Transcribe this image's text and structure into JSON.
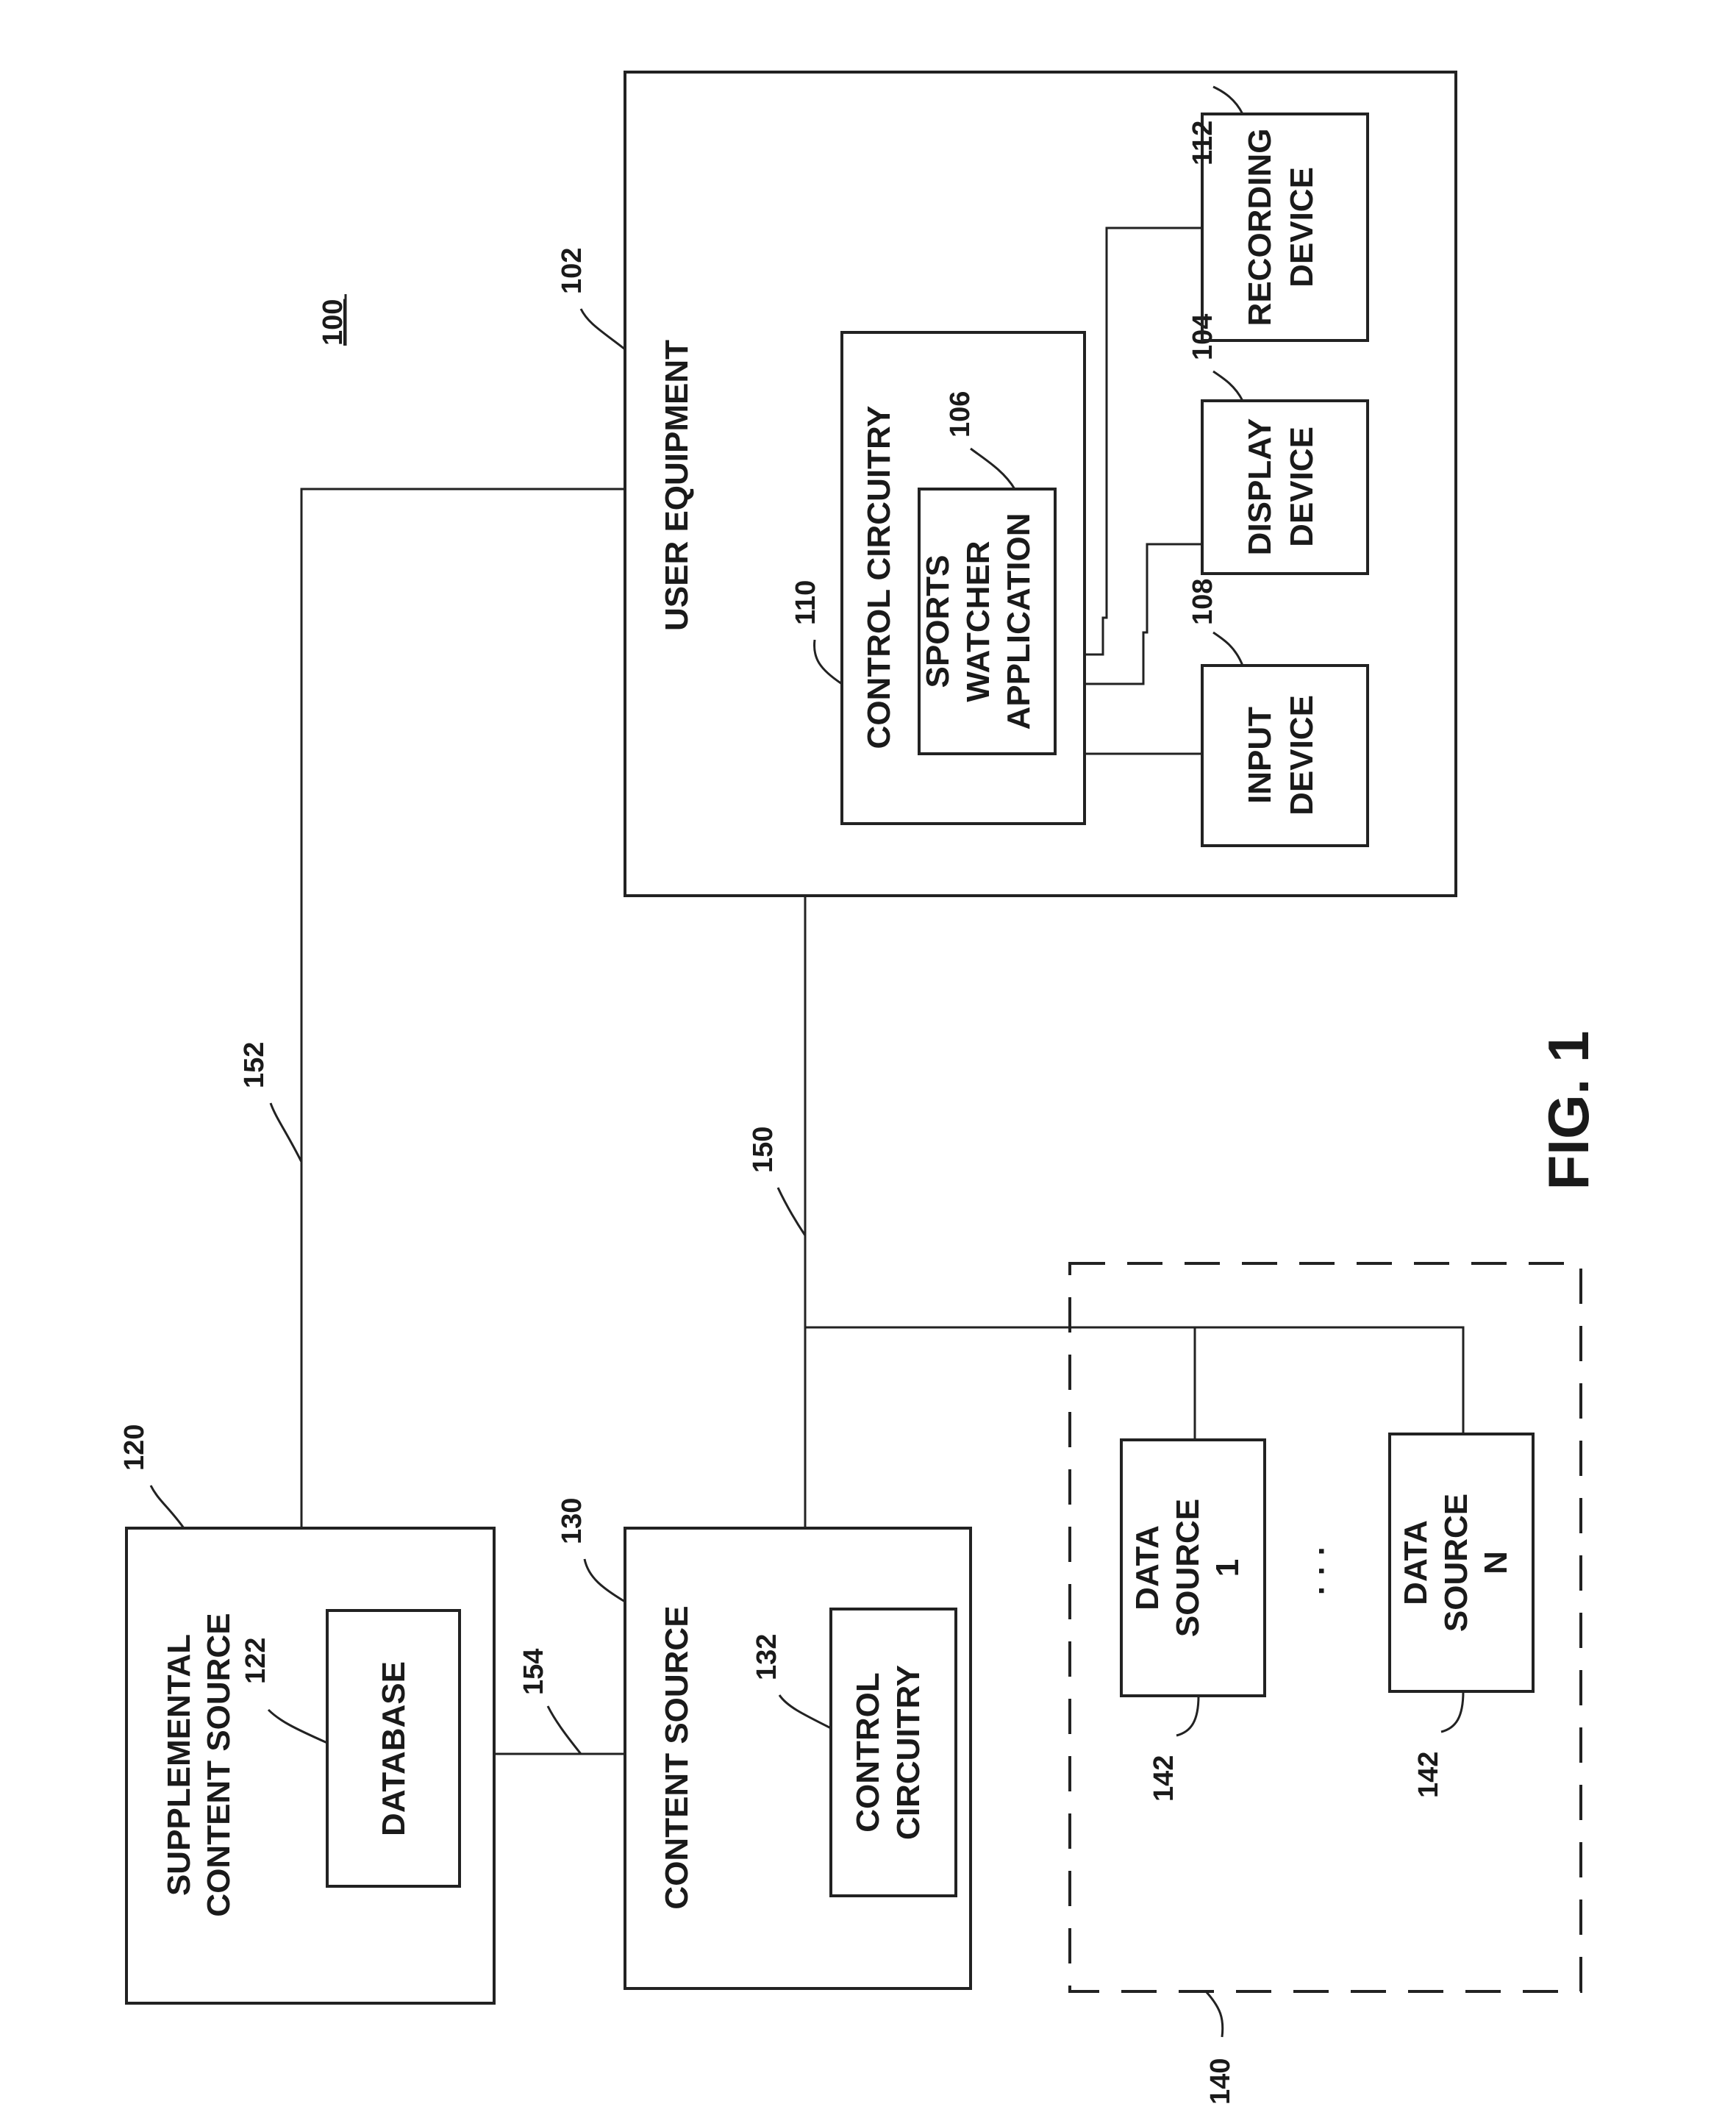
{
  "figure": {
    "caption": "FIG. 1",
    "system_ref": "100",
    "user_equipment": {
      "ref": "102",
      "title": "USER EQUIPMENT",
      "control_circuitry": {
        "ref": "110",
        "title": "CONTROL CIRCUITRY",
        "application": {
          "ref": "106",
          "lines": [
            "SPORTS",
            "WATCHER",
            "APPLICATION"
          ]
        }
      },
      "input_device": {
        "ref": "108",
        "lines": [
          "INPUT",
          "DEVICE"
        ]
      },
      "display_device": {
        "ref": "104",
        "lines": [
          "DISPLAY",
          "DEVICE"
        ]
      },
      "recording_device": {
        "ref": "112",
        "lines": [
          "RECORDING",
          "DEVICE"
        ]
      }
    },
    "supplemental_content_source": {
      "ref": "120",
      "lines": [
        "SUPPLEMENTAL",
        "CONTENT SOURCE"
      ],
      "database": {
        "ref": "122",
        "label": "DATABASE"
      }
    },
    "content_source": {
      "ref": "130",
      "title": "CONTENT SOURCE",
      "control_circuitry": {
        "ref": "132",
        "lines": [
          "CONTROL",
          "CIRCUITRY"
        ]
      }
    },
    "data_sources": {
      "ref": "140",
      "source_1": {
        "ref": "142",
        "lines": [
          "DATA",
          "SOURCE",
          "1"
        ]
      },
      "source_n": {
        "ref": "142",
        "lines": [
          "DATA",
          "SOURCE",
          "N"
        ]
      },
      "ellipsis": "· · ·"
    },
    "links": {
      "link_150": "150",
      "link_152": "152",
      "link_154": "154"
    }
  }
}
